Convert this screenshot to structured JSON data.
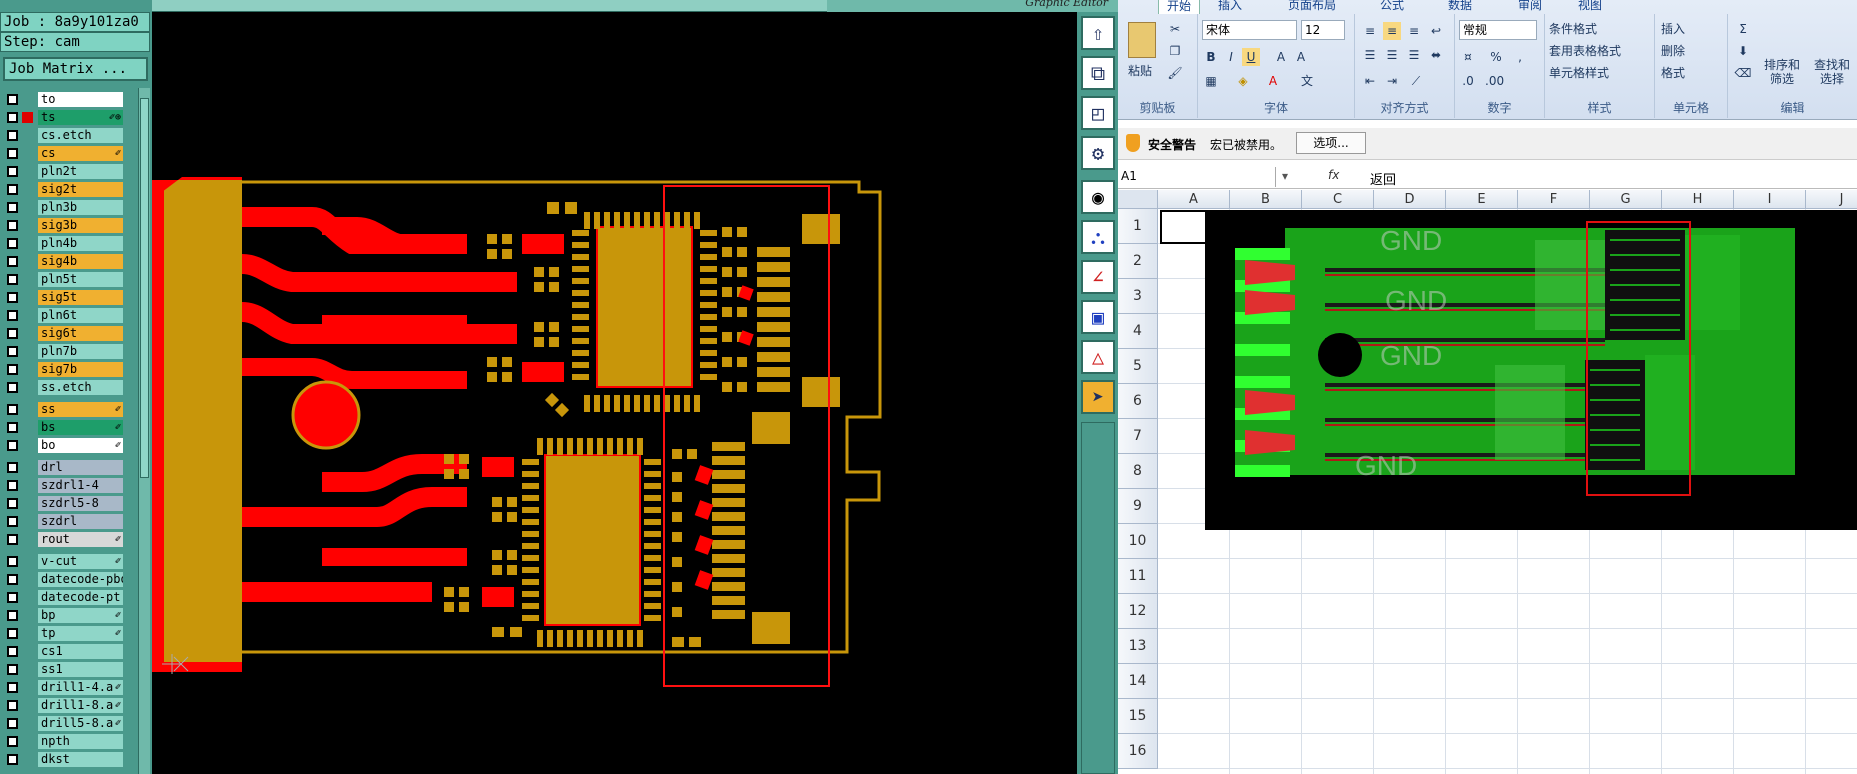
{
  "left_app": {
    "job_label": "Job : 8a9y101za0",
    "step_label": "Step: cam",
    "job_matrix": "Job Matrix ...",
    "window_title": "Graphic Editor",
    "layers": [
      {
        "name": "to",
        "bg": "#ffffff",
        "dot": "",
        "flag": ""
      },
      {
        "name": "ts",
        "bg": "#1e9e6a",
        "dot": "#e00000",
        "flag": "✐⊕"
      },
      {
        "name": "cs.etch",
        "bg": "#8fd6c8",
        "dot": "",
        "flag": ""
      },
      {
        "name": "cs",
        "bg": "#f0b030",
        "dot": "",
        "flag": "✐"
      },
      {
        "name": "pln2t",
        "bg": "#8fd6c8",
        "dot": "",
        "flag": ""
      },
      {
        "name": "sig2t",
        "bg": "#f0b030",
        "dot": "",
        "flag": ""
      },
      {
        "name": "pln3b",
        "bg": "#8fd6c8",
        "dot": "",
        "flag": ""
      },
      {
        "name": "sig3b",
        "bg": "#f0b030",
        "dot": "",
        "flag": ""
      },
      {
        "name": "pln4b",
        "bg": "#8fd6c8",
        "dot": "",
        "flag": ""
      },
      {
        "name": "sig4b",
        "bg": "#f0b030",
        "dot": "",
        "flag": ""
      },
      {
        "name": "pln5t",
        "bg": "#8fd6c8",
        "dot": "",
        "flag": ""
      },
      {
        "name": "sig5t",
        "bg": "#f0b030",
        "dot": "",
        "flag": ""
      },
      {
        "name": "pln6t",
        "bg": "#8fd6c8",
        "dot": "",
        "flag": ""
      },
      {
        "name": "sig6t",
        "bg": "#f0b030",
        "dot": "",
        "flag": ""
      },
      {
        "name": "pln7b",
        "bg": "#8fd6c8",
        "dot": "",
        "flag": ""
      },
      {
        "name": "sig7b",
        "bg": "#f0b030",
        "dot": "",
        "flag": ""
      },
      {
        "name": "ss.etch",
        "bg": "#8fd6c8",
        "dot": "",
        "flag": ""
      },
      {
        "name": "ss",
        "bg": "#f0b030",
        "dot": "",
        "flag": "✐"
      },
      {
        "name": "bs",
        "bg": "#1e9e6a",
        "dot": "",
        "flag": "✐"
      },
      {
        "name": "bo",
        "bg": "#ffffff",
        "dot": "",
        "flag": "✐"
      },
      {
        "name": "drl",
        "bg": "#a8b8c8",
        "dot": "",
        "flag": ""
      },
      {
        "name": "szdrl1-4",
        "bg": "#a8b8c8",
        "dot": "",
        "flag": ""
      },
      {
        "name": "szdrl5-8",
        "bg": "#a8b8c8",
        "dot": "",
        "flag": ""
      },
      {
        "name": "szdrl",
        "bg": "#a8b8c8",
        "dot": "",
        "flag": ""
      },
      {
        "name": "rout",
        "bg": "#d8d8d8",
        "dot": "",
        "flag": "✐"
      },
      {
        "name": "v-cut",
        "bg": "#8fd6c8",
        "dot": "",
        "flag": "✐"
      },
      {
        "name": "datecode-pbo",
        "bg": "#8fd6c8",
        "dot": "",
        "flag": ""
      },
      {
        "name": "datecode-pt",
        "bg": "#8fd6c8",
        "dot": "",
        "flag": ""
      },
      {
        "name": "bp",
        "bg": "#8fd6c8",
        "dot": "",
        "flag": "✐"
      },
      {
        "name": "tp",
        "bg": "#8fd6c8",
        "dot": "",
        "flag": "✐"
      },
      {
        "name": "cs1",
        "bg": "#8fd6c8",
        "dot": "",
        "flag": ""
      },
      {
        "name": "ss1",
        "bg": "#8fd6c8",
        "dot": "",
        "flag": ""
      },
      {
        "name": "drill1-4.a",
        "bg": "#8fd6c8",
        "dot": "",
        "flag": "✐"
      },
      {
        "name": "drill1-8.a",
        "bg": "#8fd6c8",
        "dot": "",
        "flag": "✐"
      },
      {
        "name": "drill5-8.a",
        "bg": "#8fd6c8",
        "dot": "",
        "flag": "✐"
      },
      {
        "name": "npth",
        "bg": "#8fd6c8",
        "dot": "",
        "flag": ""
      },
      {
        "name": "dkst",
        "bg": "#8fd6c8",
        "dot": "",
        "flag": ""
      }
    ]
  },
  "excel": {
    "tabs": [
      "开始",
      "插入",
      "页面布局",
      "公式",
      "数据",
      "审阅",
      "视图"
    ],
    "paste": "粘贴",
    "font_name": "宋体",
    "font_size": "12",
    "number_format": "常规",
    "cond_format": "条件格式",
    "table_format": "套用表格格式",
    "cell_style": "单元格样式",
    "insert": "插入",
    "delete": "删除",
    "format": "格式",
    "sort_filter": "排序和\n筛选",
    "find_select": "查找和\n选择",
    "groups": [
      "剪贴板",
      "字体",
      "对齐方式",
      "数字",
      "样式",
      "单元格",
      "编辑"
    ],
    "warning_title": "安全警告",
    "warning_msg": "宏已被禁用。",
    "options_btn": "选项...",
    "name_box": "A1",
    "fx": "fx",
    "formula": "返回",
    "columns": [
      "A",
      "B",
      "C",
      "D",
      "E",
      "F",
      "G",
      "H",
      "I",
      "J"
    ],
    "rows": [
      "1",
      "2",
      "3",
      "4",
      "5",
      "6",
      "7",
      "8",
      "9",
      "10",
      "11",
      "12",
      "13",
      "14",
      "15",
      "16"
    ],
    "gnd_labels": [
      "GND",
      "GND",
      "GND",
      "GND"
    ]
  },
  "colors": {
    "pad": "#c8960a",
    "trace": "#ff0000",
    "teal": "#4a9a8c",
    "green": "#1aa31a"
  }
}
